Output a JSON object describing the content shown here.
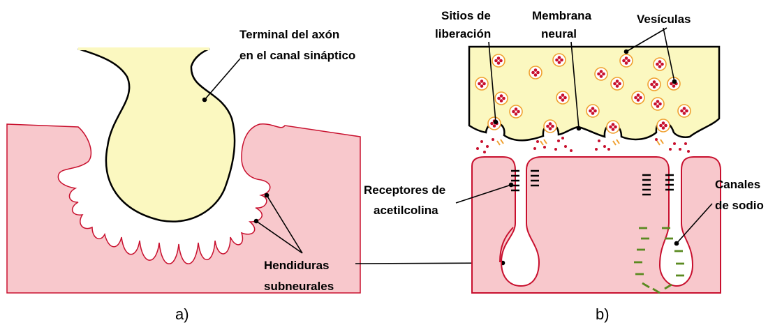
{
  "panel_a": {
    "caption": "a)",
    "terminal_label": [
      "Terminal del axón",
      "en el canal sináptico"
    ],
    "clefts_label": [
      "Hendiduras",
      "subneurales"
    ]
  },
  "panel_b": {
    "caption": "b)",
    "release_sites_label": [
      "Sitios de",
      "liberación"
    ],
    "membrane_label": [
      "Membrana",
      "neural"
    ],
    "vesicles_label": "Vesículas",
    "receptors_label": [
      "Receptores de",
      "acetilcolina"
    ],
    "sodium_label": [
      "Canales",
      "de sodio"
    ]
  },
  "colors": {
    "muscle_fill": "#f8c8cc",
    "muscle_stroke": "#c8102e",
    "terminal_fill": "#fbf8c0",
    "vesicle_ring": "#f0a030",
    "vesicle_dot": "#c8102e",
    "sodium_channel": "#5a8a20",
    "release_marker": "#f0a030"
  }
}
